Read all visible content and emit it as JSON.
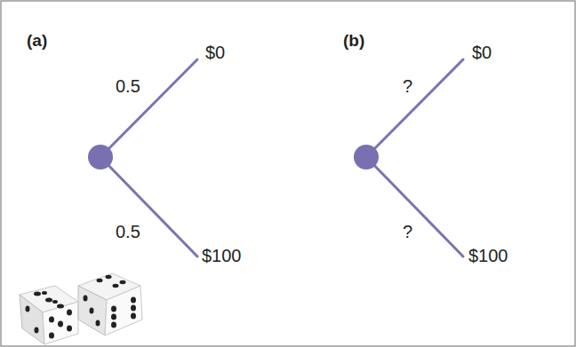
{
  "diagram": {
    "labels": [
      "(a)",
      "0.5",
      "0.5",
      "$0",
      "$100",
      "(b)",
      "?",
      "?",
      "$0",
      "$100"
    ]
  }
}
